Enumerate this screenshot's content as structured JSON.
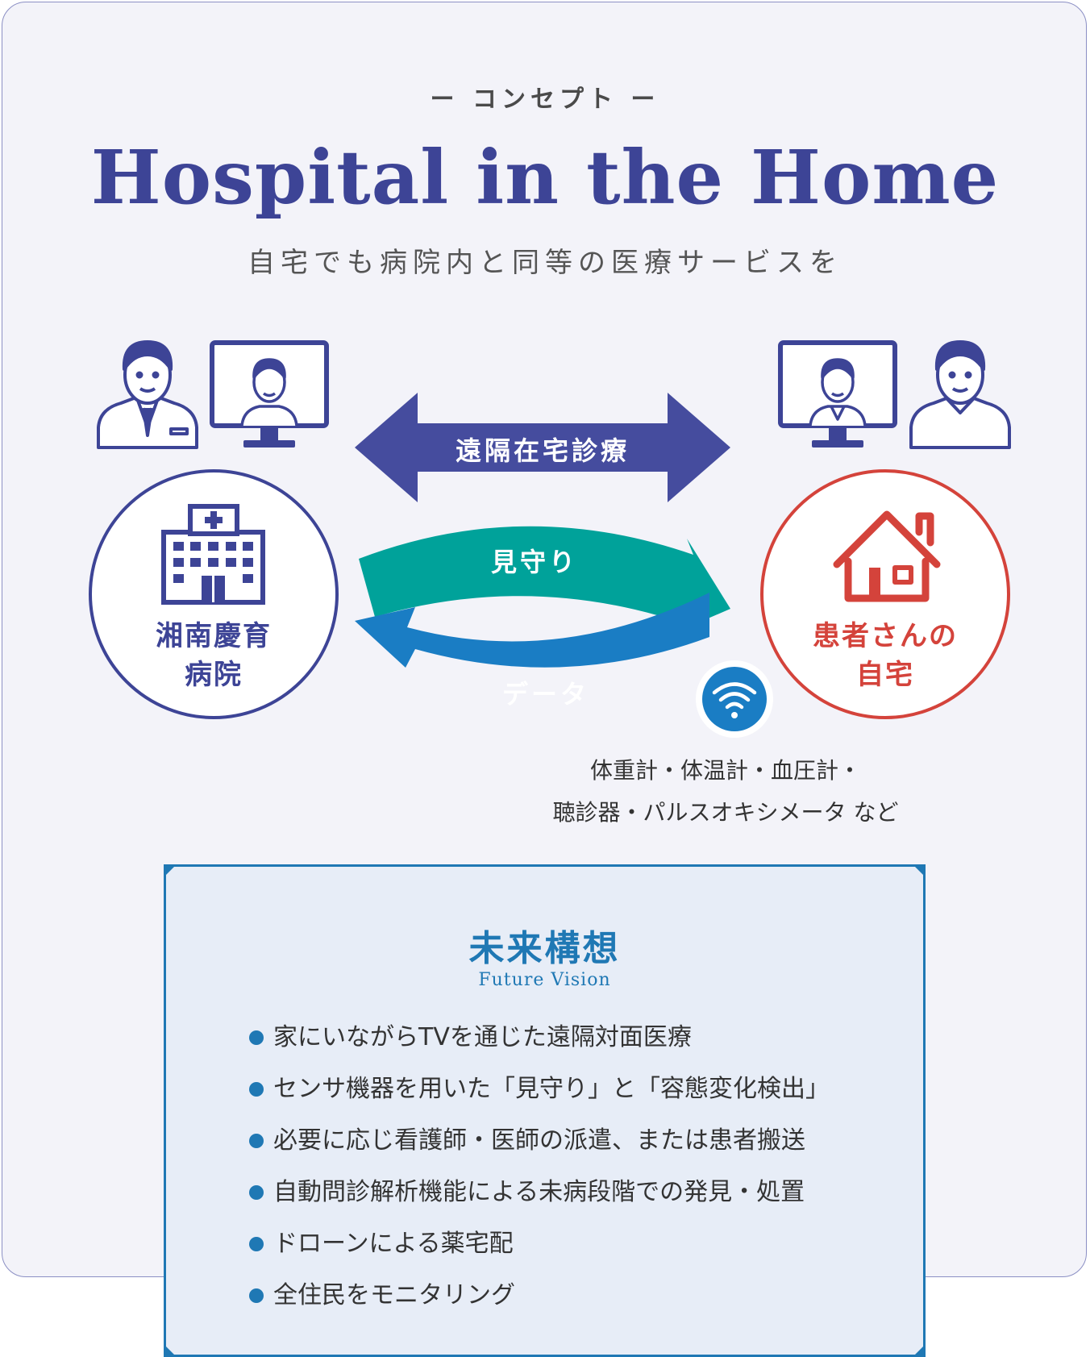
{
  "header": {
    "eyebrow": "ー コンセプト ー",
    "title": "Hospital in the Home",
    "subtitle": "自宅でも病院内と同等の医療サービスを"
  },
  "diagram": {
    "hospital_name_line1": "湘南慶育",
    "hospital_name_line2": "病院",
    "home_name_line1": "患者さんの",
    "home_name_line2": "自宅",
    "arrow_remote_care": "遠隔在宅診療",
    "arrow_monitoring": "見守り",
    "arrow_data": "データ",
    "devices_line1": "体重計・体温計・血圧計・",
    "devices_line2": "聴診器・パルスオキシメータ など"
  },
  "vision": {
    "title": "未来構想",
    "subtitle": "Future Vision",
    "items": [
      "家にいながらTVを通じた遠隔対面医療",
      "センサ機器を用いた「見守り」と「容態変化検出」",
      "必要に応じ看護師・医師の派遣、または患者搬送",
      "自動問診解析機能による未病段階での発見・処置",
      "ドローンによる薬宅配",
      "全住民をモニタリング"
    ]
  },
  "colors": {
    "navy": "#3d4496",
    "teal": "#00a29a",
    "blue": "#1a7dc4",
    "red": "#d4433b",
    "card_bg": "#f3f3f9",
    "vision_bg": "#e7edf7"
  }
}
